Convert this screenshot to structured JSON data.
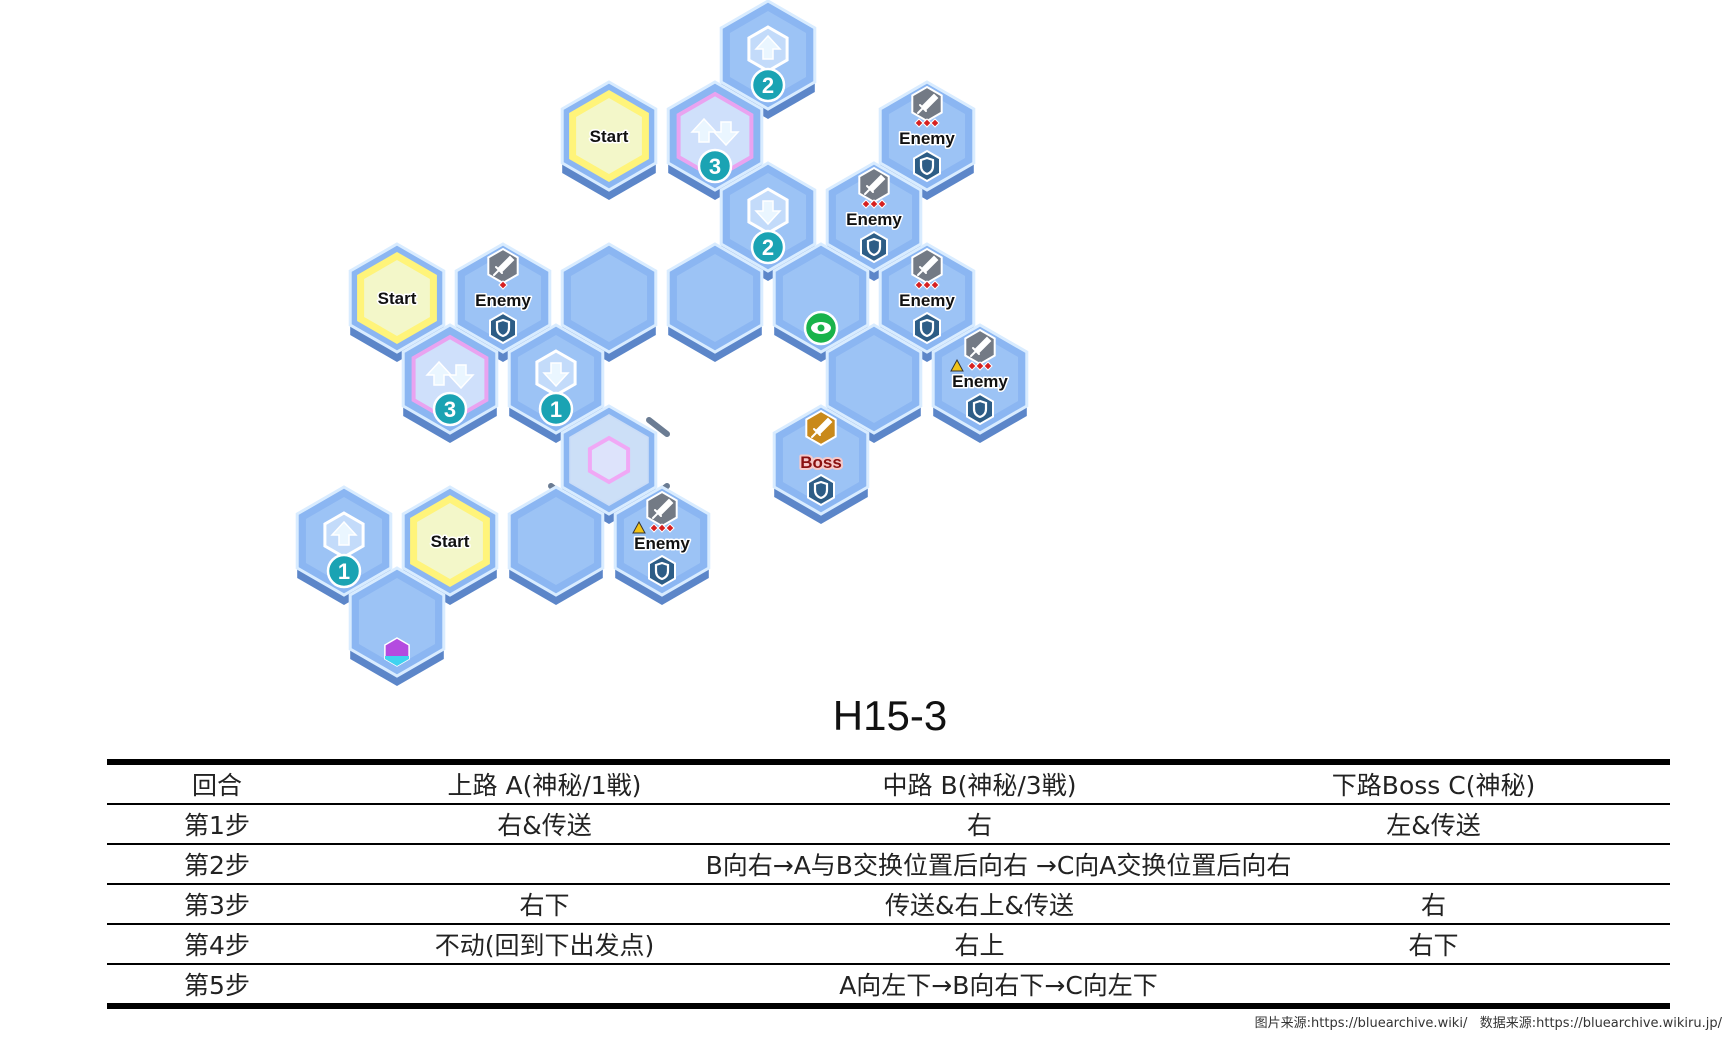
{
  "map": {
    "labels": {
      "start": "Start",
      "enemy": "Enemy",
      "boss": "Boss"
    },
    "colors": {
      "tile_top": "#8bb6f2",
      "tile_inner": "#a8cbf7",
      "tile_side": "#5c86c9",
      "start_ring": "#fff47a",
      "portal_ring": "#e9a3f0",
      "badge_teal": "#1aa3b3",
      "enemy_badge": "#737a85",
      "boss_badge": "#c9891a",
      "shield_badge": "#2d5d86",
      "eye_badge": "#19b34a"
    },
    "tiles": [
      {
        "q": 5,
        "r": 0,
        "type": "jump-up",
        "number": "2"
      },
      {
        "q": 4,
        "r": 1,
        "type": "start",
        "label_key": "start"
      },
      {
        "q": 5,
        "r": 1,
        "type": "warp",
        "number": "3"
      },
      {
        "q": 7,
        "r": 1,
        "type": "enemy",
        "label_key": "enemy",
        "danger": 3,
        "warning": false
      },
      {
        "q": 6,
        "r": 2,
        "type": "jump-down",
        "number": "2"
      },
      {
        "q": 7,
        "r": 2,
        "type": "enemy",
        "label_key": "enemy",
        "danger": 3,
        "warning": false
      },
      {
        "q": 3,
        "r": 3,
        "type": "start",
        "label_key": "start"
      },
      {
        "q": 4,
        "r": 3,
        "type": "enemy",
        "label_key": "enemy",
        "danger": 1,
        "warning": false
      },
      {
        "q": 5,
        "r": 3,
        "type": "plain"
      },
      {
        "q": 6,
        "r": 3,
        "type": "plain"
      },
      {
        "q": 7,
        "r": 3,
        "type": "eye"
      },
      {
        "q": 8,
        "r": 3,
        "type": "enemy",
        "label_key": "enemy",
        "danger": 3,
        "warning": false
      },
      {
        "q": 4,
        "r": 4,
        "type": "warp",
        "number": "3"
      },
      {
        "q": 5,
        "r": 4,
        "type": "jump-down",
        "number": "1"
      },
      {
        "q": 8,
        "r": 4,
        "type": "plain"
      },
      {
        "q": 9,
        "r": 4,
        "type": "enemy",
        "label_key": "enemy",
        "danger": 3,
        "warning": true
      },
      {
        "q": 6,
        "r": 5,
        "type": "spawner"
      },
      {
        "q": 8,
        "r": 5,
        "type": "boss",
        "label_key": "boss"
      },
      {
        "q": 4,
        "r": 6,
        "type": "jump-up",
        "number": "1"
      },
      {
        "q": 5,
        "r": 6,
        "type": "start",
        "label_key": "start"
      },
      {
        "q": 6,
        "r": 6,
        "type": "plain"
      },
      {
        "q": 7,
        "r": 6,
        "type": "enemy",
        "label_key": "enemy",
        "danger": 3,
        "warning": true
      },
      {
        "q": 5,
        "r": 7,
        "type": "crystal"
      }
    ]
  },
  "stage_title": "H15-3",
  "table": {
    "headers": [
      "回合",
      "上路 A(神秘/1戦)",
      "中路 B(神秘/3戦)",
      "下路Boss C(神秘)"
    ],
    "rows": [
      {
        "turn": "第1步",
        "a": "右&传送",
        "b": "右",
        "c": "左&传送"
      },
      {
        "turn": "第2步",
        "merged": "B向右→A与B交换位置后向右 →C向A交换位置后向右"
      },
      {
        "turn": "第3步",
        "a": "右下",
        "b": "传送&右上&传送",
        "c": "右"
      },
      {
        "turn": "第4步",
        "a": "不动(回到下出发点)",
        "b": "右上",
        "c": "右下"
      },
      {
        "turn": "第5步",
        "merged": "A向左下→B向右下→C向左下"
      }
    ]
  },
  "source_note": "图片来源:https://bluearchive.wiki/   数据来源:https://bluearchive.wikiru.jp/"
}
